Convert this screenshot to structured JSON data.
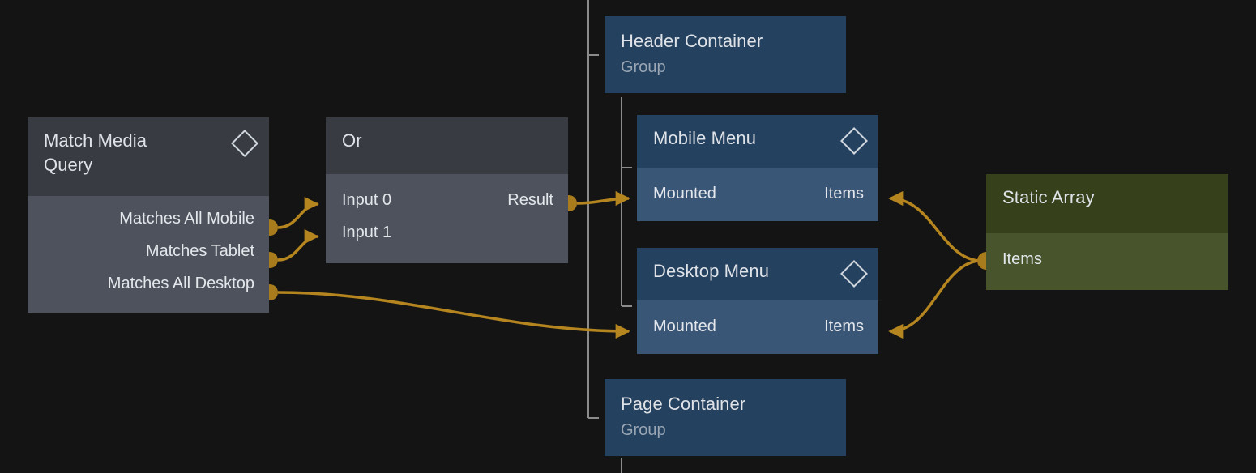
{
  "canvas": {
    "background": "#141414",
    "wire_color": "#b5851f",
    "tree_line_color": "#8b8b8b"
  },
  "palette": {
    "gray_header": "#383b42",
    "gray_body": "#4e525c",
    "blue_header": "#24415f",
    "blue_body": "#3a5677",
    "green_header": "#36411c",
    "green_body": "#48542c",
    "title_text": "#dfe2e7",
    "subtitle_text": "#9aa6b4",
    "port_text": "#e3e6ea"
  },
  "nodes": [
    {
      "id": "match-media-query",
      "title": "Match Media\nQuery",
      "subtitle": "",
      "kind": "gray",
      "has_diamond": true,
      "outputs": [
        "Matches All Mobile",
        "Matches Tablet",
        "Matches All Desktop"
      ],
      "inputs": []
    },
    {
      "id": "or",
      "title": "Or",
      "subtitle": "",
      "kind": "gray",
      "has_diamond": false,
      "inputs": [
        "Input 0",
        "Input 1"
      ],
      "outputs": [
        "Result"
      ]
    },
    {
      "id": "header-container",
      "title": "Header Container",
      "subtitle": "Group",
      "kind": "blue",
      "has_diamond": false,
      "inputs": [],
      "outputs": []
    },
    {
      "id": "mobile-menu",
      "title": "Mobile Menu",
      "subtitle": "",
      "kind": "blue",
      "has_diamond": true,
      "inputs": [
        "Mounted"
      ],
      "input_right": [
        "Items"
      ]
    },
    {
      "id": "desktop-menu",
      "title": "Desktop Menu",
      "subtitle": "",
      "kind": "blue",
      "has_diamond": true,
      "inputs": [
        "Mounted"
      ],
      "input_right": [
        "Items"
      ]
    },
    {
      "id": "page-container",
      "title": "Page Container",
      "subtitle": "Group",
      "kind": "blue",
      "has_diamond": false,
      "inputs": [],
      "outputs": []
    },
    {
      "id": "static-array",
      "title": "Static Array",
      "subtitle": "",
      "kind": "green",
      "has_diamond": false,
      "inputs": [],
      "outputs": [
        "Items"
      ]
    }
  ],
  "labels": {
    "match_media_query_title": "Match Media\nQuery",
    "match_media_query_out_0": "Matches All Mobile",
    "match_media_query_out_1": "Matches Tablet",
    "match_media_query_out_2": "Matches All Desktop",
    "or_title": "Or",
    "or_in_0": "Input 0",
    "or_in_1": "Input 1",
    "or_out_0": "Result",
    "header_container_title": "Header Container",
    "header_container_subtitle": "Group",
    "mobile_menu_title": "Mobile Menu",
    "mobile_menu_in_0": "Mounted",
    "mobile_menu_in_1": "Items",
    "desktop_menu_title": "Desktop Menu",
    "desktop_menu_in_0": "Mounted",
    "desktop_menu_in_1": "Items",
    "page_container_title": "Page Container",
    "page_container_subtitle": "Group",
    "static_array_title": "Static Array",
    "static_array_out_0": "Items"
  },
  "connections": [
    {
      "from": "match-media-query.Matches All Mobile",
      "to": "or.Input 0"
    },
    {
      "from": "match-media-query.Matches Tablet",
      "to": "or.Input 1"
    },
    {
      "from": "or.Result",
      "to": "mobile-menu.Mounted"
    },
    {
      "from": "match-media-query.Matches All Desktop",
      "to": "desktop-menu.Mounted"
    },
    {
      "from": "static-array.Items",
      "to": "mobile-menu.Items"
    },
    {
      "from": "static-array.Items",
      "to": "desktop-menu.Items"
    }
  ]
}
